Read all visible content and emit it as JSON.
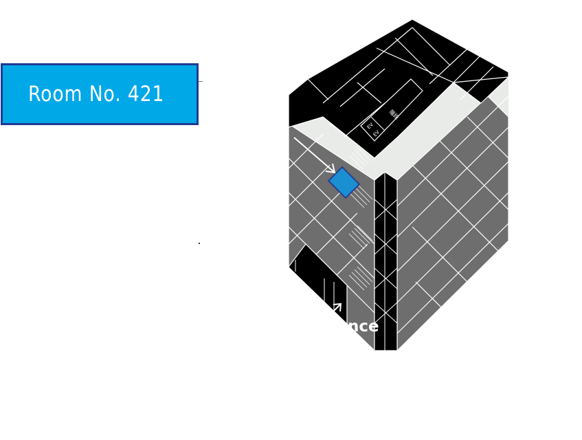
{
  "room": {
    "label": "Room No. 421"
  },
  "floor_map": {
    "elevator_1": "EV",
    "elevator_2": "EV",
    "stair_label": "階段",
    "entrance_label": "Entrance",
    "highlight_color": "#1a8fd1",
    "dark_color": "#000000",
    "floor_color": "#6e6e6e"
  },
  "icons": {
    "room_arrow": "arrow-down-right-icon",
    "entrance_arrow": "arrow-up-right-icon"
  }
}
